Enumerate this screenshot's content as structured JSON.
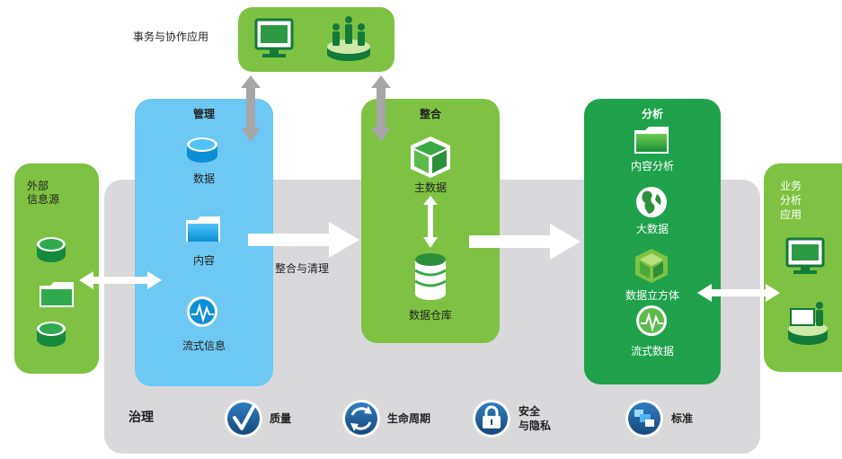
{
  "collab": {
    "label": "事务与协作应用"
  },
  "external": {
    "label_line1": "外部",
    "label_line2": "信息源"
  },
  "manage": {
    "title": "管理",
    "items": [
      "数据",
      "内容",
      "流式信息"
    ]
  },
  "integrate": {
    "title": "整合",
    "items": [
      "主数据",
      "数据仓库"
    ],
    "flow_label": "整合与清理"
  },
  "analyze": {
    "title": "分析",
    "items": [
      "内容分析",
      "大数据",
      "数据立方体",
      "流式数据"
    ]
  },
  "business": {
    "line1": "业务",
    "line2": "分析",
    "line3": "应用"
  },
  "governance": {
    "title": "治理",
    "items": [
      {
        "label": "质量",
        "icon": "checkmark-icon"
      },
      {
        "label": "生命周期",
        "icon": "lifecycle-icon"
      },
      {
        "label_line1": "安全",
        "label_line2": "与隐私",
        "icon": "lock-icon"
      },
      {
        "label": "标准",
        "icon": "standards-icon"
      }
    ]
  },
  "colors": {
    "green_light": "#7dc242",
    "green_dark": "#1fa24a",
    "blue": "#6dc8f3",
    "gray": "#d9d9db",
    "navy": "#1e5f97"
  }
}
